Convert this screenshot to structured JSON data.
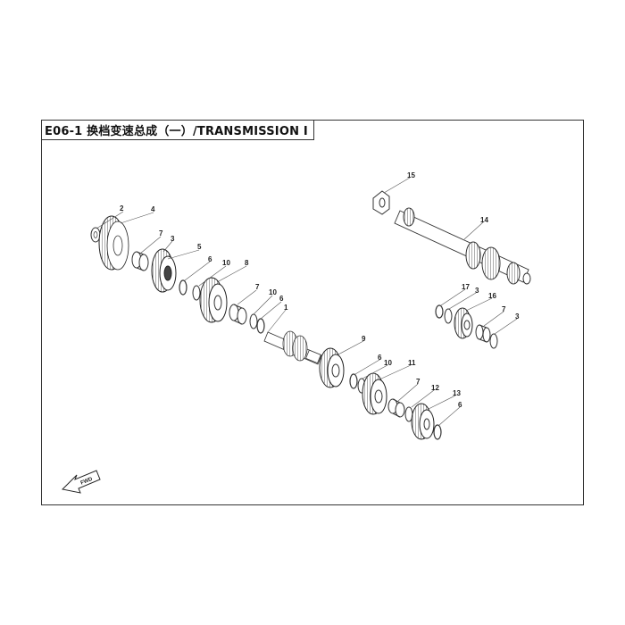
{
  "header": {
    "title": "E06-1 换档变速总成（一）/TRANSMISSION Ⅰ"
  },
  "fwd_arrow": {
    "label": "FWD"
  },
  "callouts": {
    "c2": "2",
    "c4": "4",
    "c7a": "7",
    "c3a": "3",
    "c5": "5",
    "c6a": "6",
    "c10a": "10",
    "c8": "8",
    "c7b": "7",
    "c10b": "10",
    "c6b": "6",
    "c1": "1",
    "c9": "9",
    "c6c": "6",
    "c10c": "10",
    "c11": "11",
    "c7c": "7",
    "c12": "12",
    "c13": "13",
    "c6d": "6",
    "c15": "15",
    "c14": "14",
    "c17": "17",
    "c3b": "3",
    "c16": "16",
    "c7d": "7",
    "c3c": "3"
  }
}
